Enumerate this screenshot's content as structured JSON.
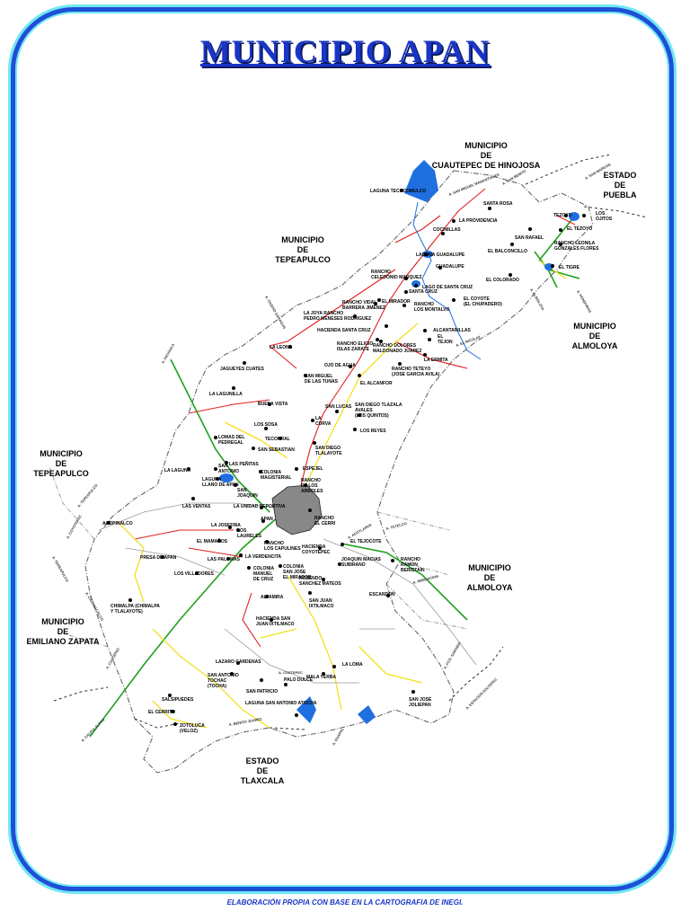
{
  "title": "MUNICIPIO  APAN",
  "footer": "ELABORACIÓN PROPIA CON BASE EN LA CARTOGRAFIA DE INEGI.",
  "colors": {
    "frame": "#1e4fd8",
    "frame_glow": "#6fe8f2",
    "title": "#1a36c8",
    "water": "#1f6fe0",
    "road_federal": "#e02020",
    "road_state": "#f0e020",
    "railway": "#20a020"
  },
  "regions": [
    {
      "id": "cuautepec",
      "lines": [
        "MUNICIPIO",
        "DE",
        "CUAUTEPEC DE HINOJOSA"
      ]
    },
    {
      "id": "puebla",
      "lines": [
        "ESTADO",
        "DE",
        "PUEBLA"
      ]
    },
    {
      "id": "tepeapulco-n",
      "lines": [
        "MUNICIPIO",
        "DE",
        "TEPEAPULCO"
      ]
    },
    {
      "id": "almoloya-e",
      "lines": [
        "MUNICIPIO",
        "DE",
        "ALMOLOYA"
      ]
    },
    {
      "id": "tepeapulco-w",
      "lines": [
        "MUNICIPIO",
        "DE",
        "TEPEAPULCO"
      ]
    },
    {
      "id": "almoloya-s",
      "lines": [
        "MUNICIPIO",
        "DE",
        "ALMOLOYA"
      ]
    },
    {
      "id": "zapata",
      "lines": [
        "MUNICIPIO",
        "DE",
        "EMILIANO ZAPATA"
      ]
    },
    {
      "id": "tlaxcala",
      "lines": [
        "ESTADO",
        "DE",
        "TLAXCALA"
      ]
    }
  ],
  "places": [
    {
      "lines": [
        "LAGUNA TECOCOMULCO"
      ]
    },
    {
      "lines": [
        "SANTA ROSA"
      ]
    },
    {
      "lines": [
        "LA PROVIDENCIA"
      ]
    },
    {
      "lines": [
        "COCINILLAS"
      ]
    },
    {
      "lines": [
        "SAN RAFAEL"
      ]
    },
    {
      "lines": [
        "EL TEZOYO"
      ]
    },
    {
      "lines": [
        "LOS",
        "OJITOS"
      ]
    },
    {
      "lines": [
        "TEZOYO"
      ]
    },
    {
      "lines": [
        "EL BALCONCILLO"
      ]
    },
    {
      "lines": [
        "RANCHO LEONILA",
        "GONZALES FLORES"
      ]
    },
    {
      "lines": [
        "LAGUNA GUADALUPE"
      ]
    },
    {
      "lines": [
        "GUADALUPE"
      ]
    },
    {
      "lines": [
        "EL TIGRE"
      ]
    },
    {
      "lines": [
        "EL COLORADO"
      ]
    },
    {
      "lines": [
        "RANCHO",
        "CELEDONIO MARQUEZ"
      ]
    },
    {
      "lines": [
        "LAGO DE SANTA CRUZ"
      ]
    },
    {
      "lines": [
        "SANTA CRUZ"
      ]
    },
    {
      "lines": [
        "RANCHO VIDAL",
        "BARRERA JIMENEZ"
      ]
    },
    {
      "lines": [
        "EL MIRADOR"
      ]
    },
    {
      "lines": [
        "RANCHO",
        "LOS MONTALVO"
      ]
    },
    {
      "lines": [
        "EL COYOTE",
        "(EL CHUPADERO)"
      ]
    },
    {
      "lines": [
        "LA JOYA  RANCHO",
        "PEDRO MENESES RODRIGUEZ"
      ]
    },
    {
      "lines": [
        "HACIENDA SANTA  CRUZ"
      ]
    },
    {
      "lines": [
        "ALCANTARILLAS"
      ]
    },
    {
      "lines": [
        "EL",
        "TEJON"
      ]
    },
    {
      "lines": [
        "RANCHO ELIGIO",
        "ISLAS ZARATE"
      ]
    },
    {
      "lines": [
        "RANCHO DOLORES",
        "MALDONADO JUAREZ"
      ]
    },
    {
      "lines": [
        "LA LEONA"
      ]
    },
    {
      "lines": [
        "LA ERMITA"
      ]
    },
    {
      "lines": [
        "RANCHO TETEYO",
        "(JOSE GARCIA AVILA)"
      ]
    },
    {
      "lines": [
        "JAGUEYES CUATES"
      ]
    },
    {
      "lines": [
        "SAN MIGUEL",
        "DE LAS TUNAS"
      ]
    },
    {
      "lines": [
        "OJO DE AGUA"
      ]
    },
    {
      "lines": [
        "EL ALCANFOR"
      ]
    },
    {
      "lines": [
        "LA LAGUNILLA"
      ]
    },
    {
      "lines": [
        "BUENA VISTA"
      ]
    },
    {
      "lines": [
        "SAN LUCAS"
      ]
    },
    {
      "lines": [
        "SAN DIEGO TLAZALA",
        "AVALES",
        "(LOS QUINTOS)"
      ]
    },
    {
      "lines": [
        "LA",
        "CURVA"
      ]
    },
    {
      "lines": [
        "LOS REYES"
      ]
    },
    {
      "lines": [
        "LOS SOSA"
      ]
    },
    {
      "lines": [
        "LOMAS DEL",
        "PEDREGAL"
      ]
    },
    {
      "lines": [
        "TECORRAL"
      ]
    },
    {
      "lines": [
        "SAN DIEGO",
        "TLALAYOTE"
      ]
    },
    {
      "lines": [
        "SAN SEBASTIAN"
      ]
    },
    {
      "lines": [
        "LAS PEÑITAS"
      ]
    },
    {
      "lines": [
        "SAN",
        "ANTONIO"
      ]
    },
    {
      "lines": [
        "COLONIA",
        "MAGISTERIAL"
      ]
    },
    {
      "lines": [
        "ESPEJEL"
      ]
    },
    {
      "lines": [
        "LA LAGUNA"
      ]
    },
    {
      "lines": [
        "LAGUNA",
        "LLANO DE APAN"
      ]
    },
    {
      "lines": [
        "SAN",
        "JOAQUIN"
      ]
    },
    {
      "lines": [
        "RANCHO",
        "DE LOS",
        "ARBOLES"
      ]
    },
    {
      "lines": [
        "LAS VENTAS"
      ]
    },
    {
      "lines": [
        "LA UNIDAD DEPORTIVA"
      ]
    },
    {
      "lines": [
        "RANCHO",
        "EL CERRI"
      ]
    },
    {
      "lines": [
        "ACOPINALCO"
      ]
    },
    {
      "lines": [
        "APAN"
      ]
    },
    {
      "lines": [
        "LA JOSEFINA"
      ]
    },
    {
      "lines": [
        "LOS",
        "LAURELES"
      ]
    },
    {
      "lines": [
        "EL MAMAÑOS"
      ]
    },
    {
      "lines": [
        "RANCHO",
        "LOS CAPULINES"
      ]
    },
    {
      "lines": [
        "HACIENDA",
        "COYOTEPEC"
      ]
    },
    {
      "lines": [
        "EL TEJOCOTE"
      ]
    },
    {
      "lines": [
        "PRESA DE APAN"
      ]
    },
    {
      "lines": [
        "LAS PALOMAS"
      ]
    },
    {
      "lines": [
        "LA VERDENCITA"
      ]
    },
    {
      "lines": [
        "JOAQUIN MACIAS",
        "SUBIRANO"
      ]
    },
    {
      "lines": [
        "RANCHO",
        "RAMON",
        "BERISTAIN"
      ]
    },
    {
      "lines": [
        "LOS VILLADORES"
      ]
    },
    {
      "lines": [
        "COLONIA",
        "MANUEL",
        "DE CRUZ"
      ]
    },
    {
      "lines": [
        "COLONIA",
        "SAN JOSE",
        "EL MIRADOR"
      ]
    },
    {
      "lines": [
        "ROSENDO",
        "SANCHEZ MATEOS"
      ]
    },
    {
      "lines": [
        "CHIMALPA (CHIMALPA",
        "Y TLALAYOTE)"
      ]
    },
    {
      "lines": [
        "ESCANDON"
      ]
    },
    {
      "lines": [
        "ALTAMIRA"
      ]
    },
    {
      "lines": [
        "SAN JUAN",
        "IXTILMACO"
      ]
    },
    {
      "lines": [
        "HACIENDA SAN",
        "JUAN IXTILMACO"
      ]
    },
    {
      "lines": [
        "LAZARO CARDENAS"
      ]
    },
    {
      "lines": [
        "LA LOMA"
      ]
    },
    {
      "lines": [
        "SAN ANTONIO",
        "TOCHAC",
        "(TOCHA)"
      ]
    },
    {
      "lines": [
        "SAN PATRICIO"
      ]
    },
    {
      "lines": [
        "PALO DULCE"
      ]
    },
    {
      "lines": [
        "MALA YERBA"
      ]
    },
    {
      "lines": [
        "SALSIPUEDES"
      ]
    },
    {
      "lines": [
        "SAN JOSE",
        "JOLIEPAN"
      ]
    },
    {
      "lines": [
        "EL CERRITO"
      ]
    },
    {
      "lines": [
        "LAGUNA SAN ANTONIO ATOCHA"
      ]
    },
    {
      "lines": [
        "ZOTOLUCA",
        "(VELOZ)"
      ]
    }
  ],
  "road_labels": [
    "A. SAN MIGUEL MANANTIALES",
    "A. PACHUCA",
    "A. CIUDAD SAHAGUN",
    "A. TEPEAPULCO",
    "A. COYOTEPEC",
    "A. CAZANACALCO",
    "A. SAN BENITO",
    "A. SAN MARCOS",
    "A. ALMOLOYA",
    "A. EL RICOLAY",
    "A. HONDURAS",
    "A. TETELCO",
    "A. IRRIGACION",
    "A. TEPEAPULCO",
    "A. ACOTLAPAN",
    "A. COZTEPEC",
    "A. GUAPAL",
    "A. CUATEPEC",
    "A. CALPULALPAN",
    "A. BENITO JUAREZ",
    "A. ESTACION SOLTEPEC",
    "A. FCO. SARABIA"
  ]
}
